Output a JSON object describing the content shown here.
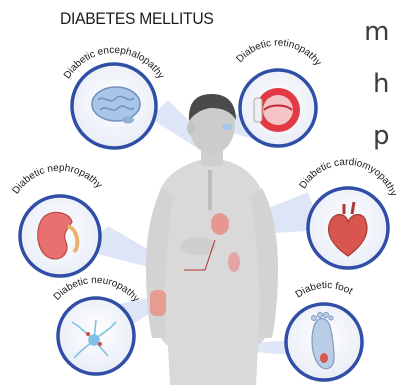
{
  "figure": {
    "title": "DIABETES MELLITUS",
    "side_text": [
      "m",
      "h",
      "p"
    ]
  },
  "labels": {
    "encephalopathy": "Diabetic encephalopathy",
    "retinopathy": "Diabetic retinopathy",
    "nephropathy": "Diabetic nephropathy",
    "cardiomyopathy": "Diabetic cardiomyopathy",
    "neuropathy": "Diabetic neuropathy",
    "foot": "Diabetic foot"
  },
  "colors": {
    "body": "#d6d6d6",
    "head_hair": "#4a4a4a",
    "circle_ring": "#2f4ea6",
    "connector": "#b9c7ee",
    "brain": "#a9c6e8",
    "eye": "#e23a44",
    "kidney": "#e8706f",
    "heart": "#d9554f",
    "neuron": "#7fc2e6",
    "foot": "#b9cde6"
  }
}
